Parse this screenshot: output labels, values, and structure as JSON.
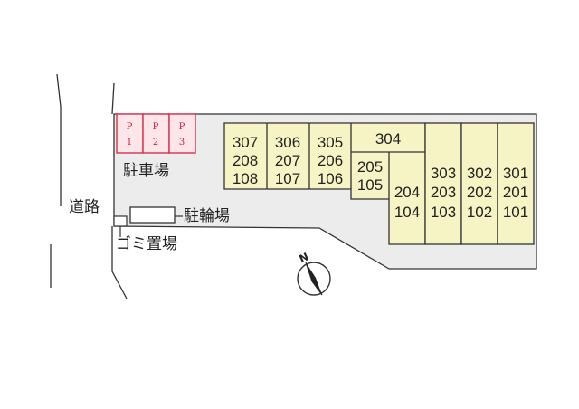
{
  "labels": {
    "road": "道路",
    "parking": "駐車場",
    "bicycle": "駐輪場",
    "garbage": "ゴミ置場",
    "north": "N"
  },
  "parking_spaces": [
    {
      "p": "P",
      "n": "1"
    },
    {
      "p": "P",
      "n": "2"
    },
    {
      "p": "P",
      "n": "3"
    }
  ],
  "units": {
    "col307": [
      "307",
      "208",
      "108"
    ],
    "col306": [
      "306",
      "207",
      "107"
    ],
    "col305": [
      "305",
      "206",
      "106"
    ],
    "r304": "304",
    "col205": [
      "205",
      "105"
    ],
    "col204": [
      "204",
      "104"
    ],
    "col303": [
      "303",
      "203",
      "103"
    ],
    "col302": [
      "302",
      "202",
      "102"
    ],
    "col301": [
      "301",
      "201",
      "101"
    ]
  },
  "colors": {
    "building_fill": "#f6f4c4",
    "lot_fill": "#ececec",
    "parking_fill": "#fde6ea",
    "parking_stroke": "#d8304f",
    "line": "#333333"
  }
}
